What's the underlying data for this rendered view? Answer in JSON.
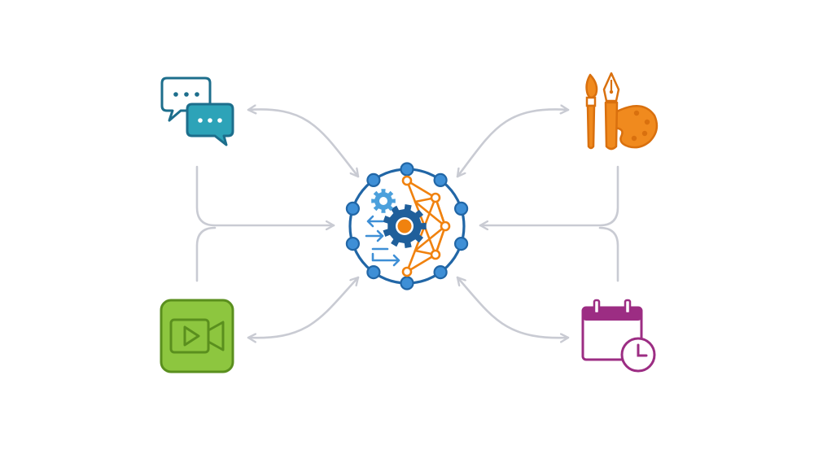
{
  "colors": {
    "connector": "#c9cbd3",
    "hub_ring": "#2166a6",
    "hub_node": "#3e8fd6",
    "hub_gear": "#1f5f9b",
    "hub_gear_small": "#4ba0dc",
    "hub_network": "#f0820f",
    "chat_dark": "#1d6e8c",
    "chat_light": "#2da3b8",
    "art_orange": "#f08a1e",
    "art_dark": "#d9700e",
    "video_green": "#8dc63f",
    "video_dark": "#5a8f1e",
    "calendar_purple": "#9c2d83",
    "background": "#ffffff"
  },
  "icons": {
    "hub": "ai-hub-icon",
    "top_left": "chat-bubbles-icon",
    "top_right": "art-tools-icon",
    "bottom_left": "video-camera-icon",
    "bottom_right": "calendar-clock-icon"
  },
  "diagram": {
    "layout": "hub-and-spoke",
    "hub": "ai-hub-icon",
    "spokes": [
      {
        "icon": "chat-bubbles-icon",
        "position": "top-left",
        "arrows": "bidirectional"
      },
      {
        "icon": "art-tools-icon",
        "position": "top-right",
        "arrows": "bidirectional"
      },
      {
        "icon": "video-camera-icon",
        "position": "bottom-left",
        "arrows": "bidirectional"
      },
      {
        "icon": "calendar-clock-icon",
        "position": "bottom-right",
        "arrows": "bidirectional"
      }
    ],
    "side_links": [
      {
        "from": "left-column",
        "to": "hub",
        "arrow": "into-hub"
      },
      {
        "from": "right-column",
        "to": "hub",
        "arrow": "into-hub"
      }
    ]
  }
}
